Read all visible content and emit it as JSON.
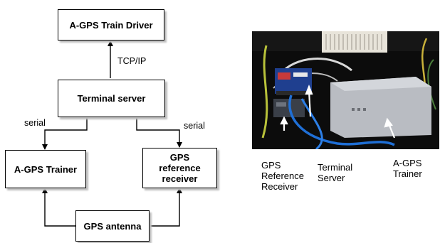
{
  "diagram": {
    "nodes": {
      "train_driver": "A-GPS Train Driver",
      "terminal_server": "Terminal server",
      "trainer": "A-GPS Trainer",
      "reference_receiver": "GPS reference receiver",
      "antenna": "GPS antenna"
    },
    "edge_labels": {
      "tcp_ip": "TCP/IP",
      "serial_left": "serial",
      "serial_right": "serial"
    }
  },
  "photo": {
    "labels": {
      "reference_receiver": [
        "GPS",
        "Reference",
        "Receiver"
      ],
      "terminal_server": [
        "Terminal",
        "Server"
      ],
      "trainer": [
        "A-GPS",
        "Trainer"
      ]
    }
  },
  "colors": {
    "box_shadow": "#c0c0c0",
    "photo_background": "#0c0c0c",
    "cable_blue": "#1f6fd6",
    "trainer_grey": "#b9bcc2"
  }
}
